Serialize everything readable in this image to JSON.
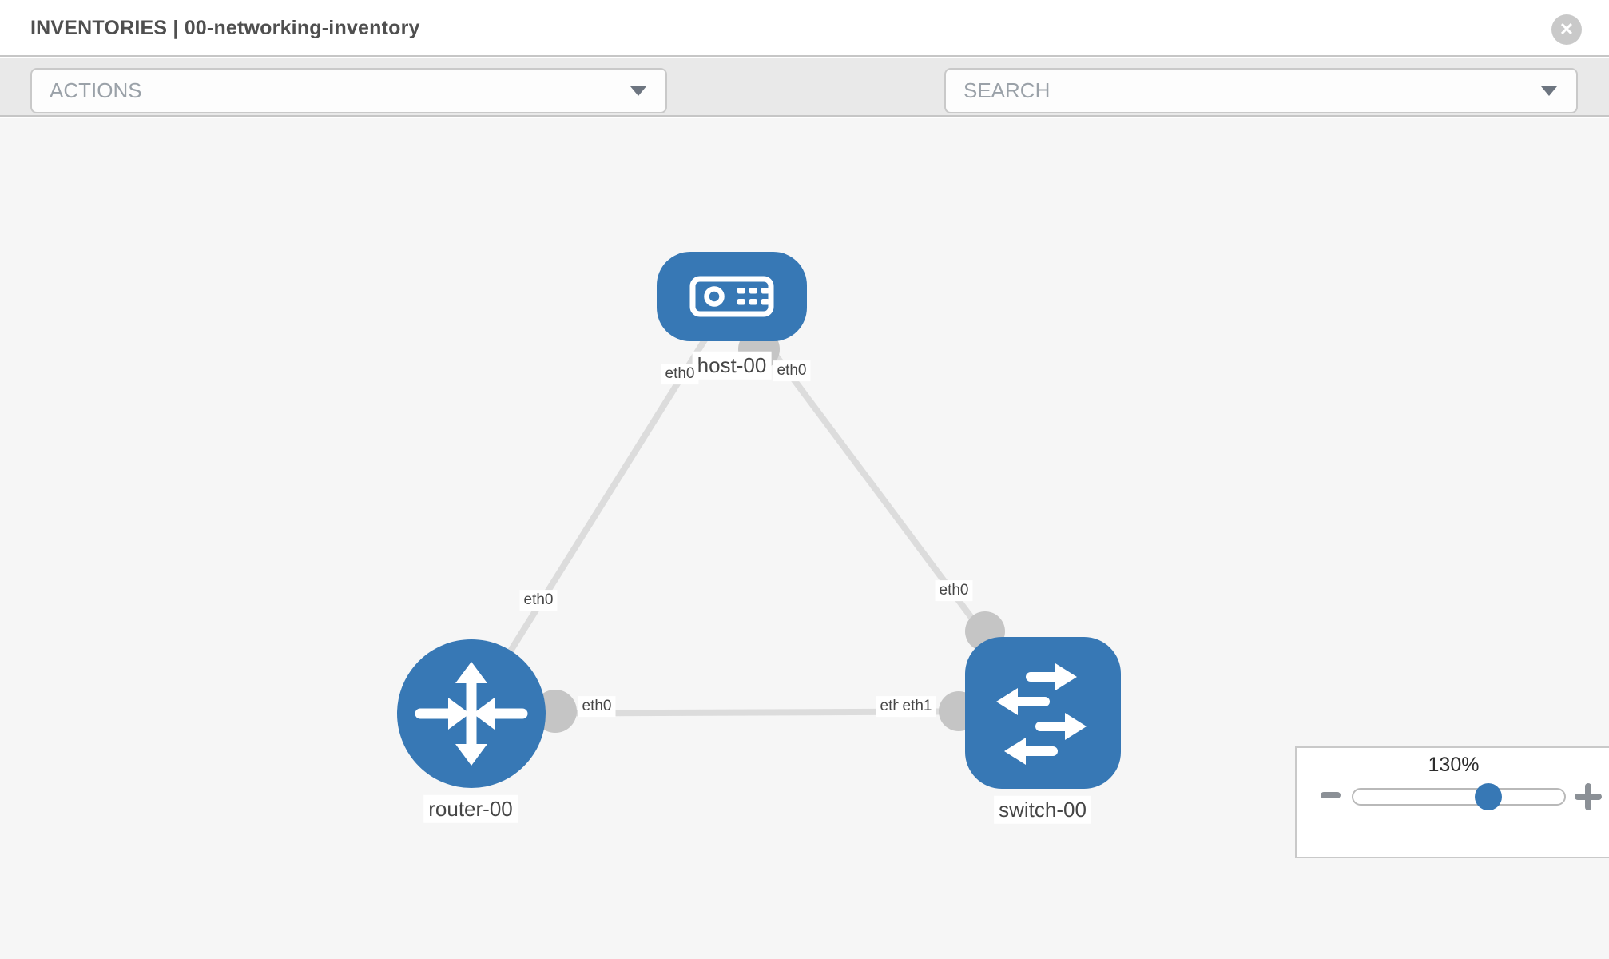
{
  "header": {
    "title": "INVENTORIES | 00-networking-inventory",
    "close_icon": "✕"
  },
  "toolbar": {
    "actions_dropdown": {
      "value": "ACTIONS"
    },
    "search_dropdown": {
      "value": "SEARCH"
    },
    "icons": [
      "wrench-icon",
      "key-icon"
    ]
  },
  "topology": {
    "nodes": [
      {
        "label": "host-00",
        "type": "host"
      },
      {
        "label": "router-00",
        "type": "router"
      },
      {
        "label": "switch-00",
        "type": "switch"
      }
    ],
    "links": [
      {
        "from": "host-00",
        "to": "router-00",
        "endpoints": [
          {
            "interface": "eth0"
          },
          {
            "interface": "eth0"
          }
        ]
      },
      {
        "from": "host-00",
        "to": "switch-00",
        "endpoints": [
          {
            "interface": "eth0"
          },
          {
            "interface": "eth0"
          }
        ]
      },
      {
        "from": "router-00",
        "to": "switch-00",
        "endpoints": [
          {
            "interface": "eth0"
          },
          {
            "interface": "eth1"
          }
        ]
      }
    ]
  },
  "zoom_control": {
    "level": "130%"
  },
  "colors": {
    "node_blue": "#3778b5",
    "link_gray": "#dcdcdc",
    "interface_gray": "#c5c5c5",
    "toolbar_gray": "#e9e9e9"
  }
}
